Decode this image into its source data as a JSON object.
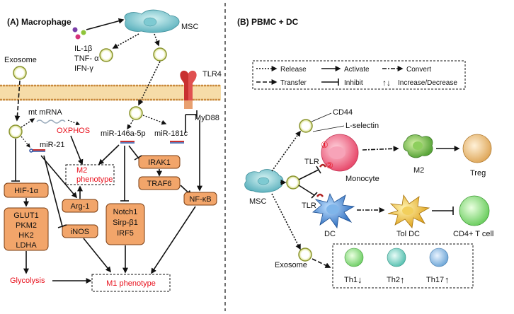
{
  "panel_a": {
    "title": "(A) Macrophage",
    "msc": "MSC",
    "cytokines": [
      "IL-1β",
      "TNF- α",
      "IFN-γ"
    ],
    "exosome": "Exosome",
    "tlr4": "TLR4",
    "myd88": "MyD88",
    "mt_mrna": "mt mRNA",
    "oxphos": "OXPHOS",
    "mir21": "miR-21",
    "mir146": "miR-146a-5p",
    "mir181": "miR-181c",
    "m2": [
      "M2",
      "phenotype"
    ],
    "hif": "HIF-1α",
    "glut": [
      "GLUT1",
      "PKM2",
      "HK2",
      "LDHA"
    ],
    "arg1": "Arg-1",
    "inos": "iNOS",
    "irak1": "IRAK1",
    "traf6": "TRAF6",
    "nfkb": "NF-κB",
    "notch": [
      "Notch1",
      "Sirp-β1",
      "IRF5"
    ],
    "glycolysis": "Glycolysis",
    "m1": "M1 phenotype"
  },
  "panel_b": {
    "title": "(B) PBMC + DC",
    "legend": {
      "release": "Release",
      "activate": "Activate",
      "convert": "Convert",
      "transfer": "Transfer",
      "inhibit": "Inhibit",
      "incdec": "Increase/Decrease"
    },
    "cd44": "CD44",
    "lselectin": "L-selectin",
    "tlr_top": "TLR",
    "tlr_bottom": "TLR",
    "num1": "①",
    "num2": "②",
    "monocyte": "Monocyte",
    "m2": "M2",
    "treg": "Treg",
    "msc": "MSC",
    "dc": "DC",
    "toldc": "Tol DC",
    "cd4": "CD4+ T cell",
    "exosome": "Exosome",
    "th": [
      "Th1",
      "Th2",
      "Th17"
    ],
    "th_arrows": [
      "↓",
      "↑",
      "↑"
    ]
  },
  "colors": {
    "orange_box": "#f2a56a",
    "red_text": "#e8101c",
    "membrane": "#c98a3e"
  }
}
